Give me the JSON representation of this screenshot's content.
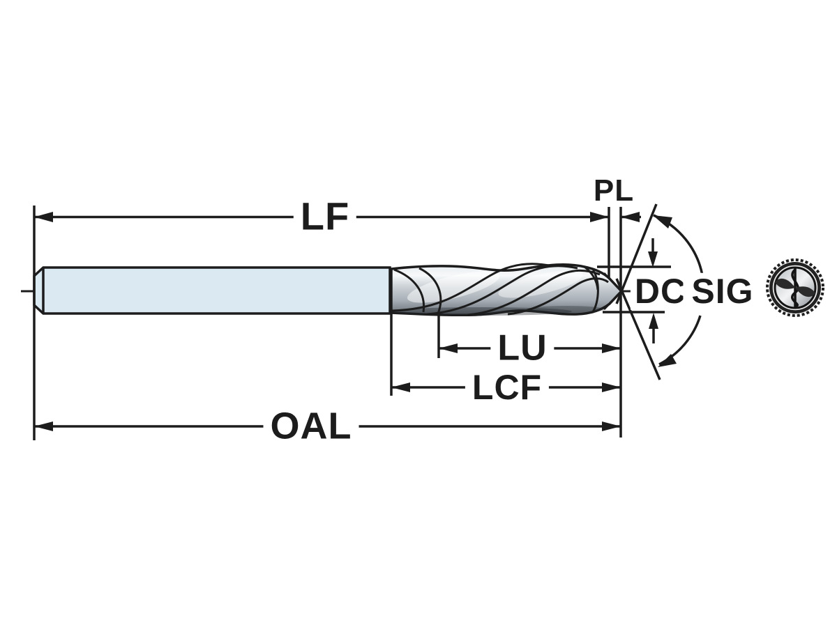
{
  "diagram": {
    "type": "technical-dimension-drawing",
    "subject": "twist drill side view with shank, fluted section, drill point and end view",
    "labels": {
      "pl": "PL",
      "lf": "LF",
      "dc": "DC",
      "sig": "SIG",
      "lu": "LU",
      "lcf": "LCF",
      "oal": "OAL"
    },
    "colors": {
      "background": "#ffffff",
      "line": "#1c1c1c",
      "shank_fill": "#dbe9f3",
      "flute_light": "#f5f7f8",
      "flute_dark": "#5f656b"
    }
  }
}
